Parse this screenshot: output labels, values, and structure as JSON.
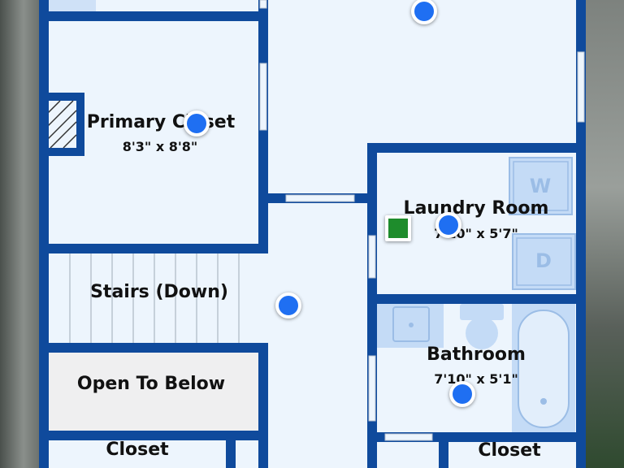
{
  "rooms": {
    "primary_closet": {
      "name": "Primary Closet",
      "dims": "8'3\" x 8'8\""
    },
    "laundry_room": {
      "name": "Laundry Room",
      "dims": "7'10\" x 5'7\""
    },
    "stairs": {
      "name": "Stairs (Down)"
    },
    "open_to_below": {
      "name": "Open To Below"
    },
    "bathroom": {
      "name": "Bathroom",
      "dims": "7'10\" x 5'1\""
    },
    "closet_left": {
      "name": "Closet"
    },
    "closet_right": {
      "name": "Closet"
    }
  },
  "appliances": {
    "washer": "W",
    "dryer": "D"
  },
  "colors": {
    "wall": "#0f4a9c",
    "floor": "#edf5fd",
    "fixture": "#c4dbf6",
    "pin": "#1f6ff2",
    "marker": "#1e8c2c"
  }
}
